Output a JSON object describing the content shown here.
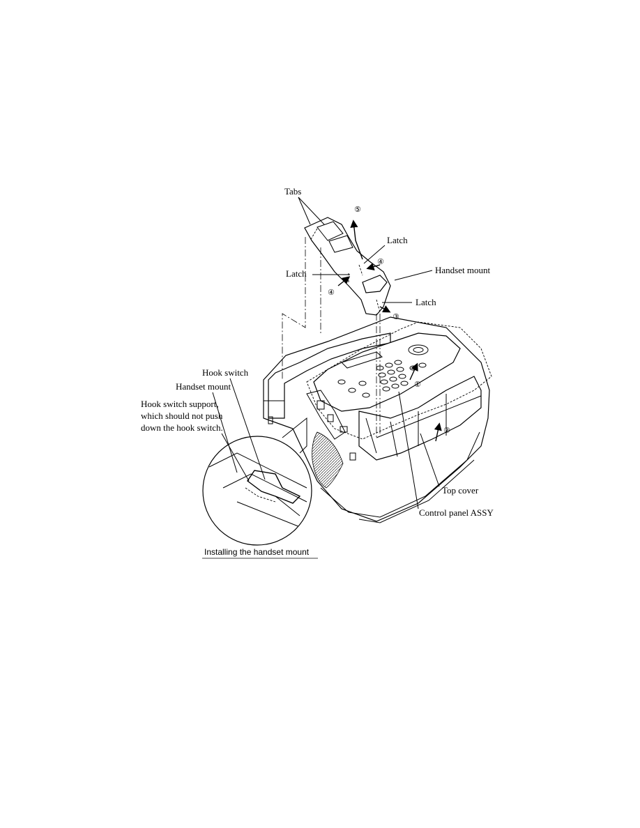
{
  "figure": {
    "caption": "Installing the handset mount",
    "labels": {
      "tabs": "Tabs",
      "latch_top": "Latch",
      "latch_left": "Latch",
      "latch_right": "Latch",
      "handset_mount": "Handset mount",
      "hook_switch": "Hook switch",
      "handset_mount_inset": "Handset mount",
      "hook_support_line1": "Hook switch support,",
      "hook_support_line2": "which should not push",
      "hook_support_line3": "down the hook switch.",
      "top_cover": "Top cover",
      "control_panel": "Control panel ASSY"
    },
    "steps": {
      "s1": "①",
      "s2": "②",
      "s3": "③",
      "s4a": "④",
      "s4b": "④",
      "s5": "⑤"
    }
  }
}
